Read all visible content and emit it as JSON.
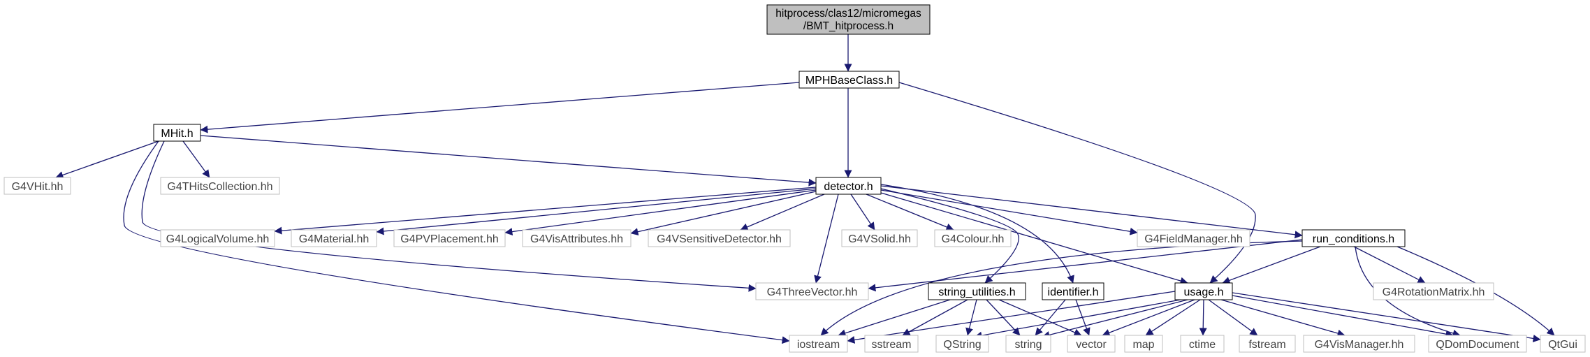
{
  "diagram": {
    "type": "include-dependency-graph",
    "colors": {
      "edge": "#191970",
      "root_fill": "#bfbfbf",
      "node_border": "#000000",
      "external_border": "#bfbfbf",
      "external_text": "#444444"
    },
    "root": {
      "id": "root",
      "label_line1": "hitprocess/clas12/micromegas",
      "label_line2": "/BMT_hitprocess.h"
    },
    "nodes": [
      {
        "id": "mphbase",
        "label": "MPHBaseClass.h",
        "kind": "local"
      },
      {
        "id": "mhit",
        "label": "MHit.h",
        "kind": "local"
      },
      {
        "id": "detector",
        "label": "detector.h",
        "kind": "local"
      },
      {
        "id": "runcond",
        "label": "run_conditions.h",
        "kind": "local"
      },
      {
        "id": "strutil",
        "label": "string_utilities.h",
        "kind": "local"
      },
      {
        "id": "identifier",
        "label": "identifier.h",
        "kind": "local"
      },
      {
        "id": "usage",
        "label": "usage.h",
        "kind": "local"
      },
      {
        "id": "g4vhit",
        "label": "G4VHit.hh",
        "kind": "external"
      },
      {
        "id": "g4thits",
        "label": "G4THitsCollection.hh",
        "kind": "external"
      },
      {
        "id": "g4logvol",
        "label": "G4LogicalVolume.hh",
        "kind": "external"
      },
      {
        "id": "g4mat",
        "label": "G4Material.hh",
        "kind": "external"
      },
      {
        "id": "g4pvp",
        "label": "G4PVPlacement.hh",
        "kind": "external"
      },
      {
        "id": "g4visattr",
        "label": "G4VisAttributes.hh",
        "kind": "external"
      },
      {
        "id": "g4vsd",
        "label": "G4VSensitiveDetector.hh",
        "kind": "external"
      },
      {
        "id": "g4vsolid",
        "label": "G4VSolid.hh",
        "kind": "external"
      },
      {
        "id": "g4colour",
        "label": "G4Colour.hh",
        "kind": "external"
      },
      {
        "id": "g4field",
        "label": "G4FieldManager.hh",
        "kind": "external"
      },
      {
        "id": "g4three",
        "label": "G4ThreeVector.hh",
        "kind": "external"
      },
      {
        "id": "g4rot",
        "label": "G4RotationMatrix.hh",
        "kind": "external"
      },
      {
        "id": "iostream",
        "label": "iostream",
        "kind": "external"
      },
      {
        "id": "sstream",
        "label": "sstream",
        "kind": "external"
      },
      {
        "id": "qstring",
        "label": "QString",
        "kind": "external"
      },
      {
        "id": "string",
        "label": "string",
        "kind": "external"
      },
      {
        "id": "vector",
        "label": "vector",
        "kind": "external"
      },
      {
        "id": "map",
        "label": "map",
        "kind": "external"
      },
      {
        "id": "ctime",
        "label": "ctime",
        "kind": "external"
      },
      {
        "id": "fstream",
        "label": "fstream",
        "kind": "external"
      },
      {
        "id": "g4vismgr",
        "label": "G4VisManager.hh",
        "kind": "external"
      },
      {
        "id": "qdom",
        "label": "QDomDocument",
        "kind": "external"
      },
      {
        "id": "qtgui",
        "label": "QtGui",
        "kind": "external"
      }
    ],
    "edges": [
      [
        "root",
        "mphbase"
      ],
      [
        "mphbase",
        "mhit"
      ],
      [
        "mphbase",
        "detector"
      ],
      [
        "mphbase",
        "usage"
      ],
      [
        "mhit",
        "g4vhit"
      ],
      [
        "mhit",
        "g4thits"
      ],
      [
        "mhit",
        "detector"
      ],
      [
        "mhit",
        "g4three"
      ],
      [
        "mhit",
        "iostream"
      ],
      [
        "detector",
        "g4logvol"
      ],
      [
        "detector",
        "g4mat"
      ],
      [
        "detector",
        "g4pvp"
      ],
      [
        "detector",
        "g4visattr"
      ],
      [
        "detector",
        "g4vsd"
      ],
      [
        "detector",
        "g4vsolid"
      ],
      [
        "detector",
        "g4colour"
      ],
      [
        "detector",
        "g4field"
      ],
      [
        "detector",
        "runcond"
      ],
      [
        "detector",
        "g4three"
      ],
      [
        "detector",
        "strutil"
      ],
      [
        "detector",
        "identifier"
      ],
      [
        "detector",
        "usage"
      ],
      [
        "runcond",
        "g4three"
      ],
      [
        "runcond",
        "iostream"
      ],
      [
        "runcond",
        "usage"
      ],
      [
        "runcond",
        "g4rot"
      ],
      [
        "runcond",
        "qdom"
      ],
      [
        "runcond",
        "qtgui"
      ],
      [
        "strutil",
        "iostream"
      ],
      [
        "strutil",
        "sstream"
      ],
      [
        "strutil",
        "qstring"
      ],
      [
        "strutil",
        "string"
      ],
      [
        "strutil",
        "vector"
      ],
      [
        "identifier",
        "string"
      ],
      [
        "identifier",
        "vector"
      ],
      [
        "usage",
        "iostream"
      ],
      [
        "usage",
        "qstring"
      ],
      [
        "usage",
        "string"
      ],
      [
        "usage",
        "vector"
      ],
      [
        "usage",
        "map"
      ],
      [
        "usage",
        "ctime"
      ],
      [
        "usage",
        "fstream"
      ],
      [
        "usage",
        "g4vismgr"
      ],
      [
        "usage",
        "qdom"
      ],
      [
        "usage",
        "qtgui"
      ]
    ]
  }
}
